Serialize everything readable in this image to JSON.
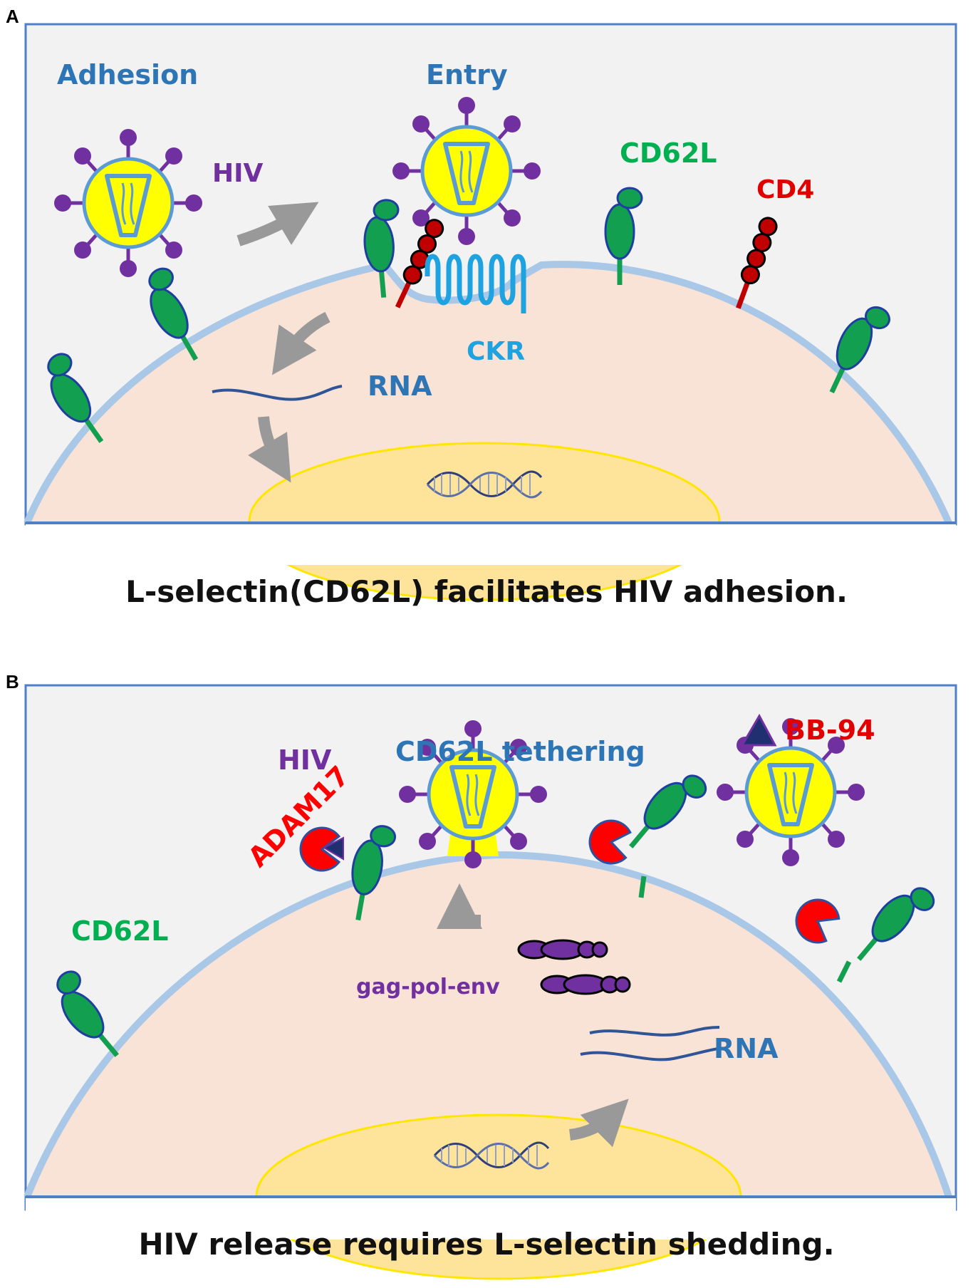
{
  "panel_a": {
    "letter": "A",
    "labels": {
      "adhesion": "Adhesion",
      "entry": "Entry",
      "hiv": "HIV",
      "cd62l": "CD62L",
      "cd4": "CD4",
      "ckr": "CKR",
      "rna": "RNA"
    },
    "caption": "L-selectin(CD62L) facilitates HIV adhesion."
  },
  "panel_b": {
    "letter": "B",
    "labels": {
      "bb94": "BB-94",
      "hiv": "HIV",
      "tethering": "CD62L tethering",
      "adam17": "ADAM17",
      "cd62l": "CD62L",
      "gagpolenv": "gag-pol-env",
      "rna": "RNA"
    },
    "caption": "HIV release requires L-selectin shedding."
  },
  "colors": {
    "panel_bg": "#f2f2f2",
    "panel_border": "#4f7fc6",
    "cytoplasm": "#f9e3d6",
    "membrane": "#a9c7e6",
    "nucleus": "#fde49a",
    "selectin": "#12a050",
    "virus_core": "#ffff00",
    "spike": "#7030a0",
    "cd4": "#c00000",
    "ckr": "#1fa3e0",
    "adam17": "#ff0000",
    "arrow": "#999999"
  }
}
